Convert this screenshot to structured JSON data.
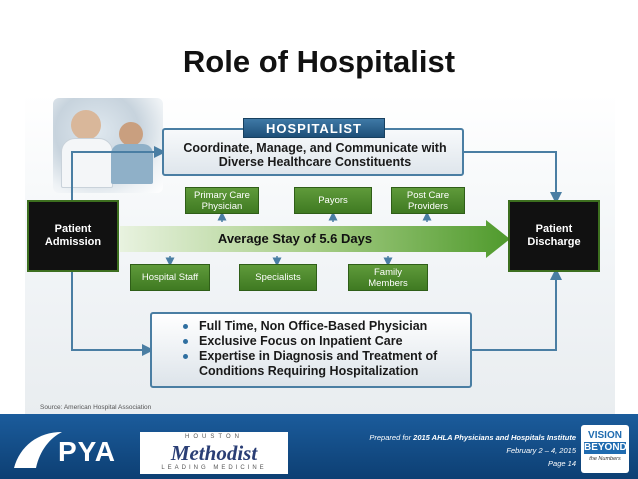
{
  "title": "Role of Hospitalist",
  "hospitalist": {
    "label": "HOSPITALIST",
    "line1": "Coordinate, Manage, and Communicate with",
    "line2": "Diverse Healthcare Constituents"
  },
  "top_boxes": [
    {
      "line1": "Primary Care",
      "line2": "Physician"
    },
    {
      "line1": "Payors",
      "line2": ""
    },
    {
      "line1": "Post Care",
      "line2": "Providers"
    }
  ],
  "bottom_boxes": [
    {
      "line1": "Hospital Staff",
      "line2": ""
    },
    {
      "line1": "Specialists",
      "line2": ""
    },
    {
      "line1": "Family",
      "line2": "Members"
    }
  ],
  "admission": {
    "line1": "Patient",
    "line2": "Admission"
  },
  "discharge": {
    "line1": "Patient",
    "line2": "Discharge"
  },
  "arrow_label": "Average Stay of 5.6 Days",
  "bullets": [
    "Full Time, Non Office-Based Physician",
    "Exclusive Focus on Inpatient Care",
    "Expertise in Diagnosis and Treatment of",
    "Conditions Requiring Hospitalization"
  ],
  "source": "Source: American Hospital Association",
  "footer": {
    "pya": "PYA",
    "methodist_top": "HOUSTON",
    "methodist_name": "Methodist",
    "methodist_bottom": "LEADING MEDICINE",
    "prepared_prefix": "Prepared for ",
    "prepared_event": "2015 AHLA Physicians and Hospitals Institute",
    "date": "February 2 – 4, 2015",
    "page": "Page 14",
    "vision_1": "VISION",
    "vision_2": "BEYOND",
    "vision_3": "the Numbers"
  },
  "colors": {
    "hospitalist_blue": "#2a5f8a",
    "green_box": "#4f8a2e",
    "footer_blue": "#134e89",
    "black_box": "#111111"
  }
}
